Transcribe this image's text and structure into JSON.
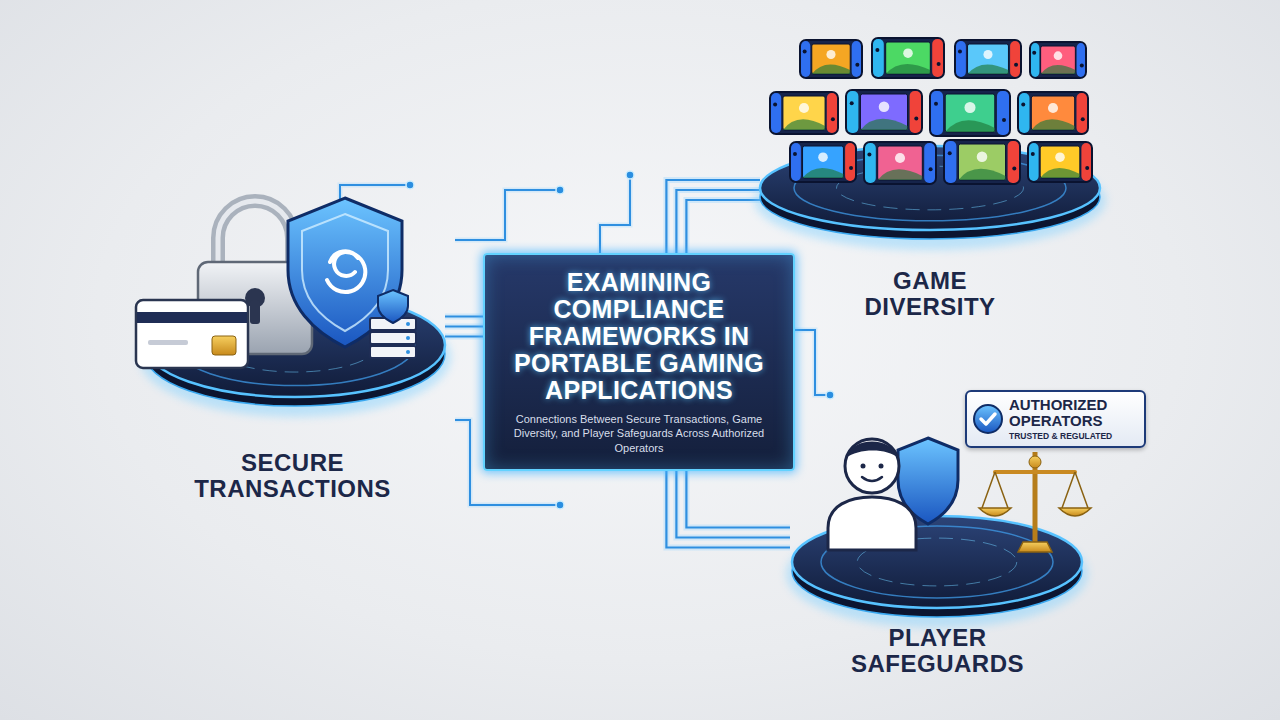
{
  "diagram": {
    "nodes": [
      {
        "text": [
          "EXAMINING COMPLIANCE FRAMEWORKS IN PORTABLE GAMING APPLICATIONS",
          "Connections Between Secure Transactions, Game Diversity, and Player Safeguards Across Authorized Operators"
        ]
      },
      {
        "text": [
          "SECURE TRANSACTIONS"
        ]
      },
      {
        "text": [
          "GAME DIVERSITY"
        ]
      },
      {
        "text": [
          "PLAYER SAFEGUARDS"
        ]
      },
      {
        "text": [
          "AUTHORIZED OPERATORS",
          "TRUSTED & REGULATED"
        ]
      }
    ],
    "edges": [
      {
        "from": 0,
        "to": 1,
        "arrow": "none"
      },
      {
        "from": 0,
        "to": 2,
        "arrow": "none"
      },
      {
        "from": 0,
        "to": 3,
        "arrow": "none"
      }
    ]
  }
}
